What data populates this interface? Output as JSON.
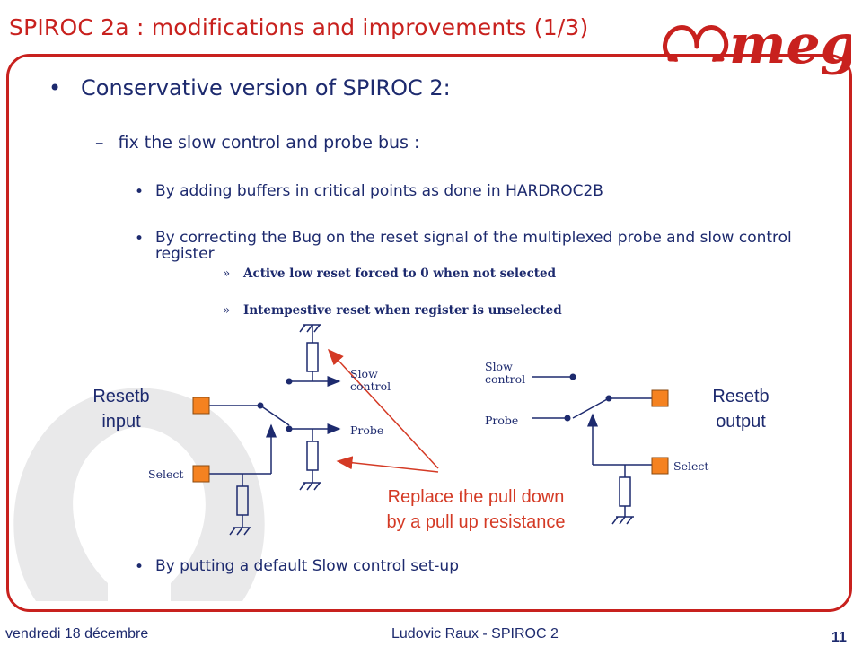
{
  "title": "SPIROC 2a : modifications and improvements (1/3)",
  "logo": {
    "icon": "omega-logo-icon",
    "text": "mega",
    "color": "#c8211e"
  },
  "bullets": {
    "main": "Conservative version of SPIROC 2:",
    "sub": "fix the slow control and probe bus :",
    "item1": "By adding buffers in critical points as done in HARDROC2B",
    "item2": "By correcting the Bug on the reset signal of the multiplexed probe and slow control register",
    "detail1": "Active low reset forced to 0 when not selected",
    "detail2": "Intempestive reset when register is unselected",
    "item3": "By putting a default Slow control set-up",
    "marker_main": "•",
    "marker_sub": "–",
    "marker_item": "•",
    "marker_detail": "»"
  },
  "circuit": {
    "left_label_1": "Resetb",
    "left_label_2": "input",
    "right_label_1": "Resetb",
    "right_label_2": "output",
    "left_slow_1": "Slow",
    "left_slow_2": "control",
    "left_probe": "Probe",
    "left_select": "Select",
    "right_slow_1": "Slow",
    "right_slow_2": "control",
    "right_probe": "Probe",
    "right_select": "Select",
    "annotation_1": "Replace the pull down",
    "annotation_2": "by a pull up resistance",
    "pad_color": "#f58220",
    "annotation_color": "#d43a25"
  },
  "footer": {
    "date": "vendredi 18 décembre",
    "author": "Ludovic Raux -  SPIROC 2",
    "page": "11"
  },
  "colors": {
    "accent": "#c8211e",
    "text": "#1d2a6e"
  }
}
